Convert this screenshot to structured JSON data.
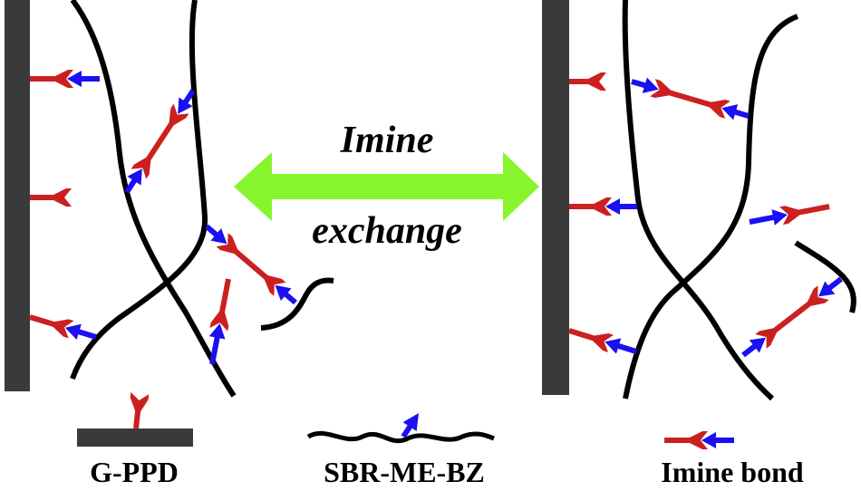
{
  "arrow": {
    "line1": "Imine",
    "line2": "exchange"
  },
  "legend": [
    {
      "label": "G-PPD"
    },
    {
      "label": "SBR-ME-BZ"
    },
    {
      "label": "Imine bond"
    }
  ],
  "colors": {
    "red": "#cc1f1f",
    "blue": "#1a10f0",
    "green": "#86f52e",
    "bar": "#3a3a3a",
    "chain": "#000000"
  }
}
